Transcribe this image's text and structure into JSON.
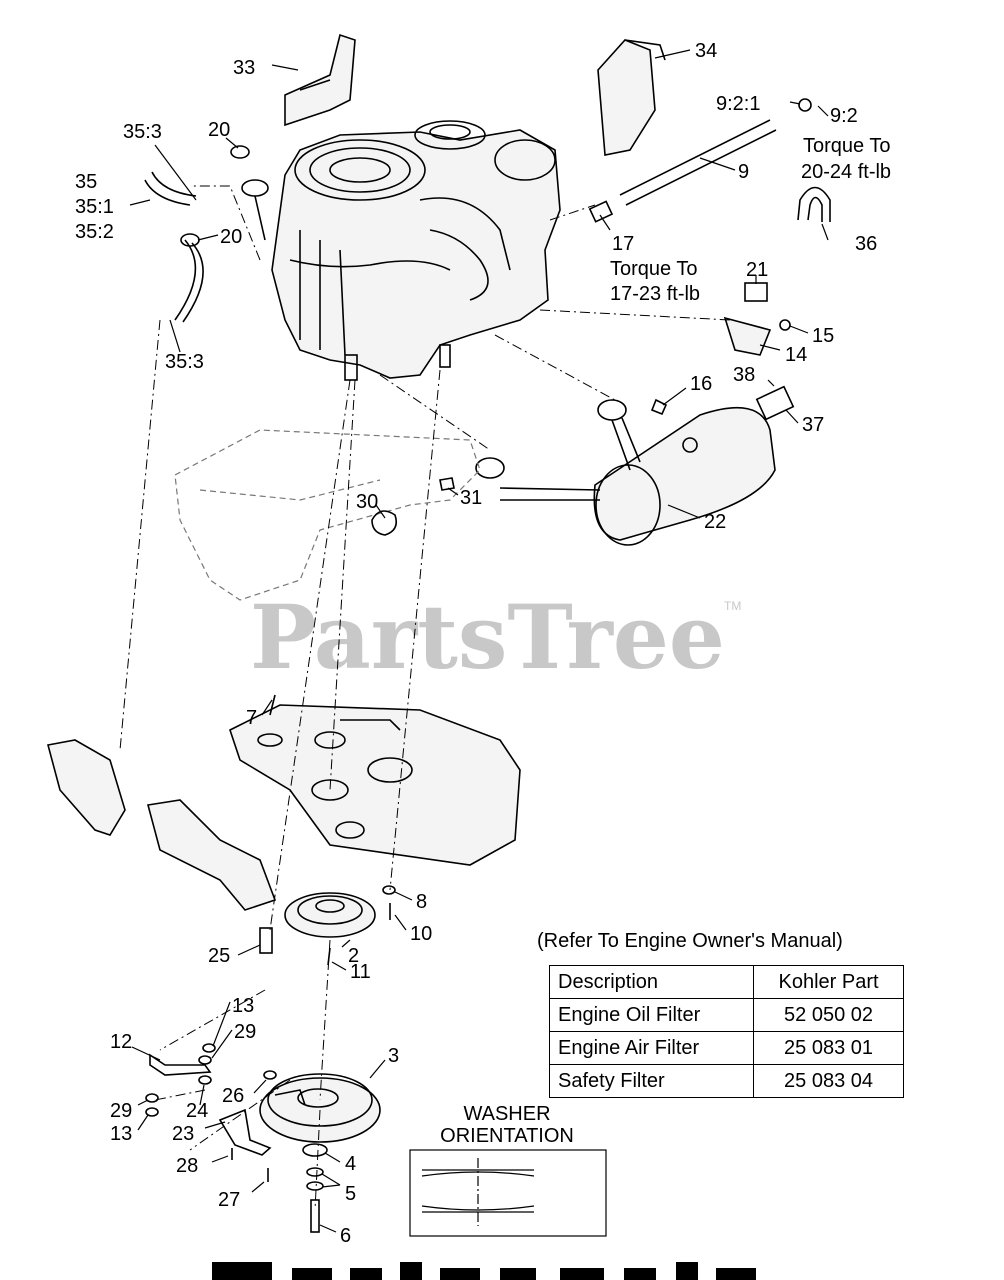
{
  "callouts": {
    "c33": "33",
    "c34": "34",
    "c20a": "20",
    "c20b": "20",
    "c35_3a": "35:3",
    "c35": "35",
    "c35_1": "35:1",
    "c35_2": "35:2",
    "c35_3b": "35:3",
    "c9_2_1": "9:2:1",
    "c9_2": "9:2",
    "c9": "9",
    "c36": "36",
    "c17": "17",
    "c21": "21",
    "c15": "15",
    "c14": "14",
    "c16": "16",
    "c38": "38",
    "c37": "37",
    "c31": "31",
    "c30": "30",
    "c22": "22",
    "c7": "7",
    "c8": "8",
    "c10": "10",
    "c25": "25",
    "c2": "2",
    "c11": "11",
    "c13a": "13",
    "c29a": "29",
    "c12": "12",
    "c3": "3",
    "c29b": "29",
    "c24": "24",
    "c26": "26",
    "c13b": "13",
    "c23": "23",
    "c4": "4",
    "c28": "28",
    "c5": "5",
    "c27": "27",
    "c6": "6"
  },
  "notes": {
    "torque_9_line1": "Torque To",
    "torque_9_line2": "20-24 ft-lb",
    "torque_17_line1": "Torque To",
    "torque_17_line2": "17-23 ft-lb"
  },
  "watermark": {
    "text": "PartsTree",
    "trademark": "TM"
  },
  "filter_table": {
    "note": "(Refer To Engine Owner's Manual)",
    "headers": [
      "Description",
      "Kohler Part"
    ],
    "rows": [
      [
        "Engine Oil Filter",
        "52 050 02"
      ],
      [
        "Engine Air Filter",
        "25 083 01"
      ],
      [
        "Safety Filter",
        "25 083 04"
      ]
    ]
  },
  "washer_orientation": {
    "line1": "WASHER",
    "line2": "ORIENTATION"
  }
}
